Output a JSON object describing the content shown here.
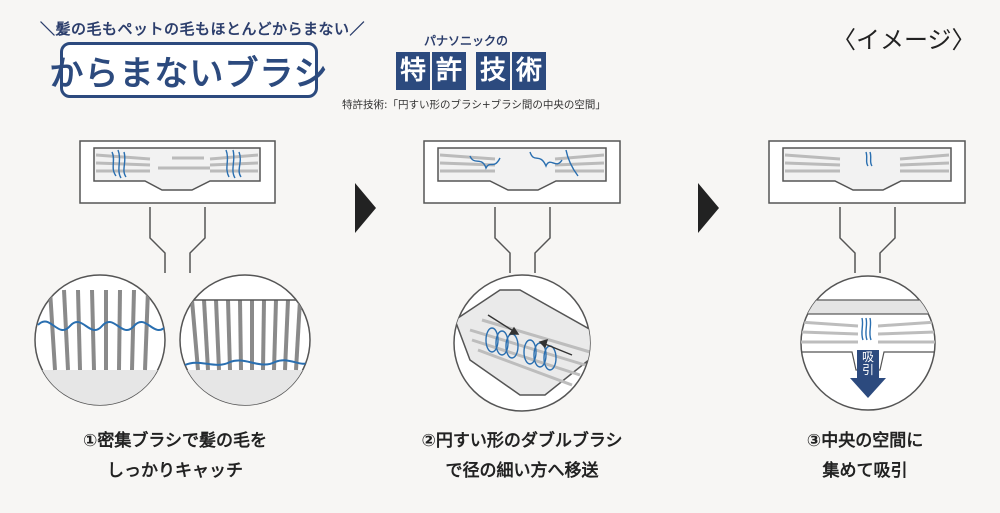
{
  "tagline": "＼髪の毛もペットの毛もほとんどからまない／",
  "brand": "からまないブラシ",
  "panasonic": "パナソニックの",
  "patent_chars": [
    "特",
    "許",
    "技",
    "術"
  ],
  "patent_note": "特許技術:「円すい形のブラシ+ブラシ間の中央の空間」",
  "image_label": "〈イメージ〉",
  "steps": [
    {
      "line1": "①密集ブラシで髪の毛を",
      "line2": "しっかりキャッチ"
    },
    {
      "line1": "②円すい形のダブルブラシ",
      "line2": "で径の細い方へ移送"
    },
    {
      "line1": "③中央の空間に",
      "line2": "集めて吸引"
    }
  ],
  "suction_label": "吸引",
  "colors": {
    "navy": "#2c4a7e",
    "hair": "#2a6fb0",
    "bristle": "#8a8a8a",
    "outline": "#555555"
  }
}
